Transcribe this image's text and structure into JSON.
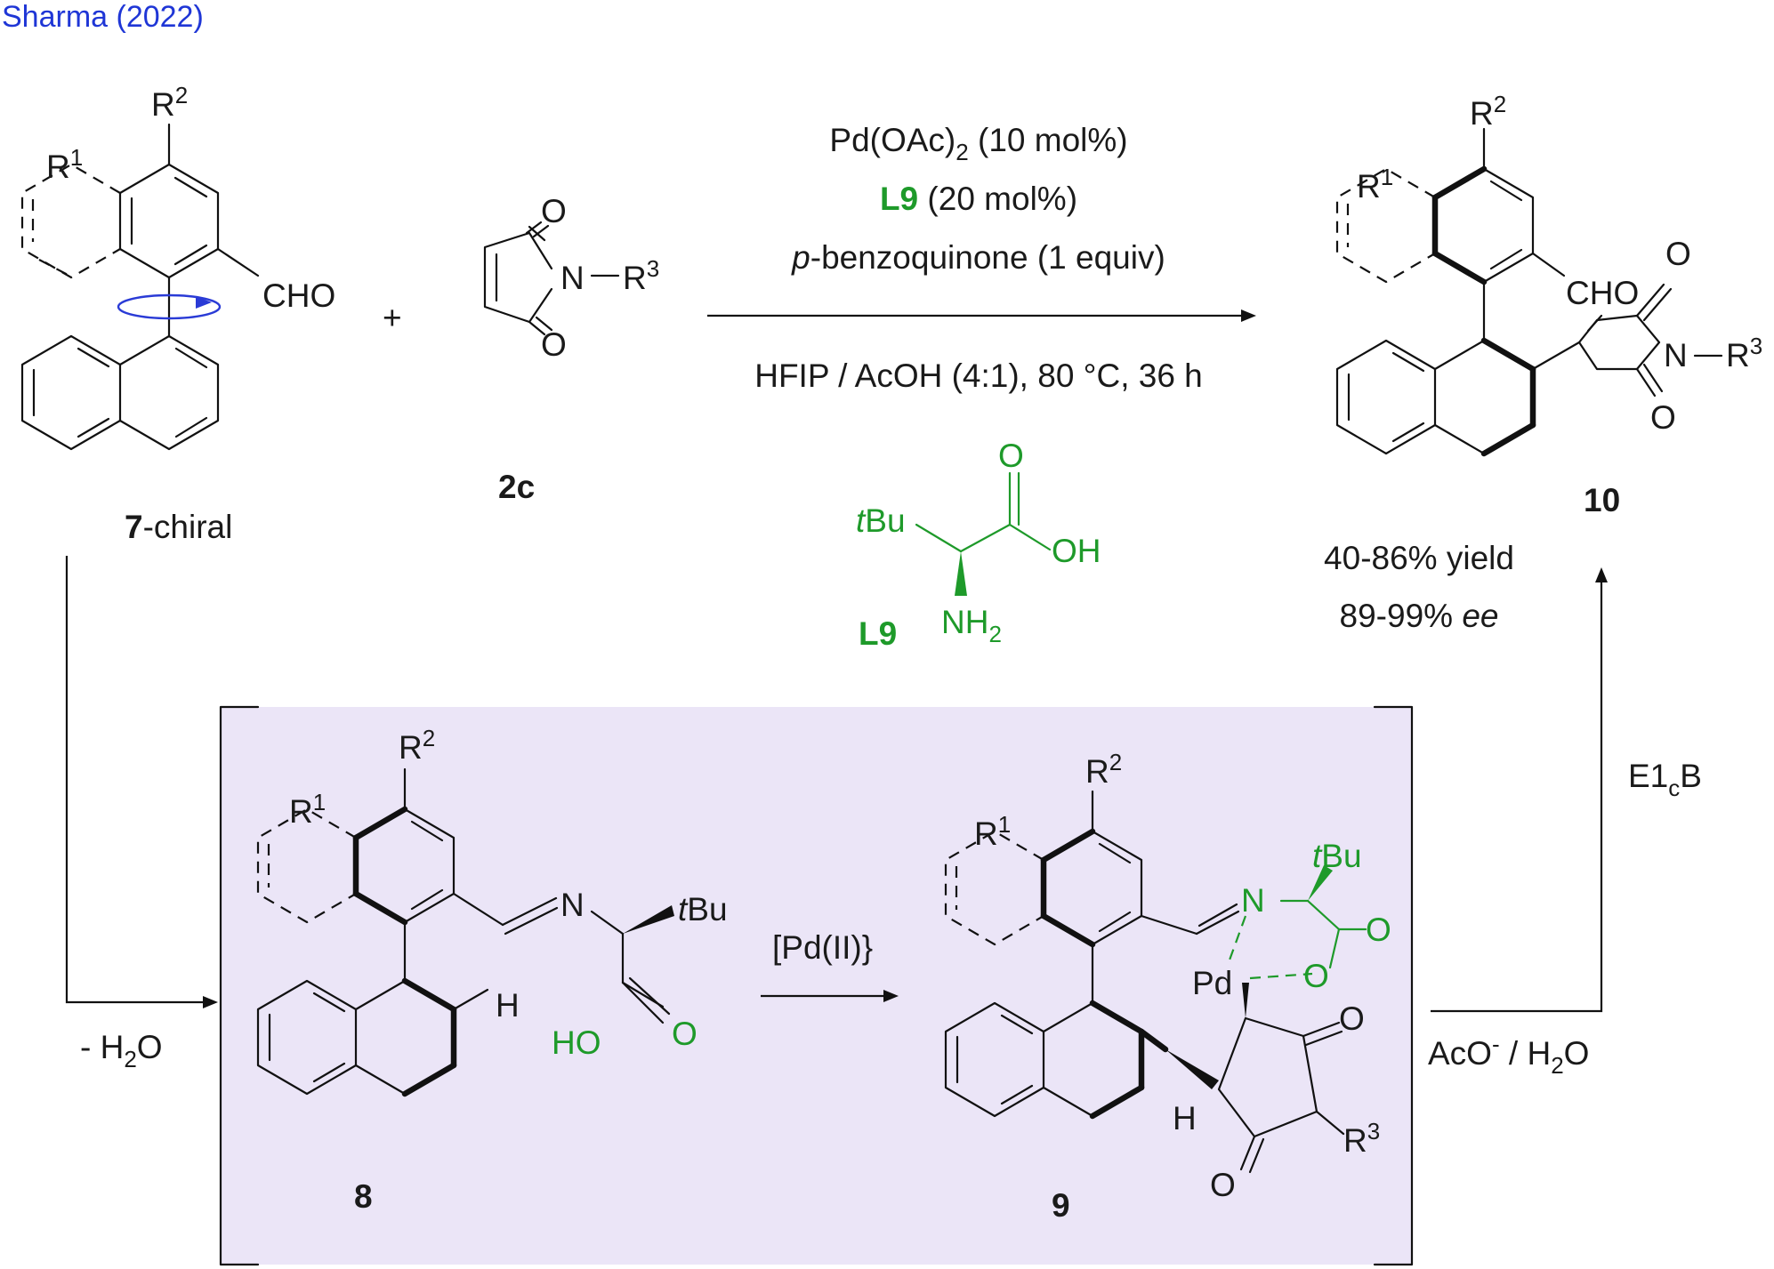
{
  "header": {
    "citation": "Sharma (2022)"
  },
  "colors": {
    "citation": "#1f36d6",
    "ligand": "#1e9a2a",
    "box": "#ebe5f7",
    "rotation": "#2a3bd6"
  },
  "reactants": {
    "substrate_label_num": "7",
    "substrate_label_txt": "-chiral",
    "substrate_r1": "R",
    "substrate_r1_sup": "1",
    "substrate_r2": "R",
    "substrate_r2_sup": "2",
    "substrate_cho": "CHO",
    "plus": "+",
    "maleimide_label": "2c",
    "maleimide_o_top": "O",
    "maleimide_o_bot": "O",
    "maleimide_n": "N",
    "maleimide_r3": "R",
    "maleimide_r3_sup": "3"
  },
  "conditions": {
    "line1_main": "Pd(OAc)",
    "line1_sub": "2",
    "line1_rest": " (10 mol%)",
    "line2_ligand": "L9",
    "line2_rest": " (20 mol%)",
    "line3_italic": "p",
    "line3_rest": "-benzoquinone (1 equiv)",
    "line4": "HFIP / AcOH (4:1), 80 °C, 36 h"
  },
  "ligand": {
    "label": "L9",
    "tbu_t": "t",
    "tbu_rest": "Bu",
    "o": "O",
    "oh": "OH",
    "nh": "NH",
    "nh_sub": "2"
  },
  "product": {
    "label": "10",
    "yield": "40-86% yield",
    "ee_num": "89-99% ",
    "ee_italic": "ee",
    "r1": "R",
    "r1_sup": "1",
    "r2": "R",
    "r2_sup": "2",
    "r3": "R",
    "r3_sup": "3",
    "cho": "CHO",
    "o_top": "O",
    "o_bot": "O",
    "n": "N"
  },
  "steps": {
    "water_loss_pre": "- H",
    "water_loss_sub": "2",
    "water_loss_post": "O",
    "pd_step": "[Pd(II)}",
    "aco_pre": "AcO",
    "aco_sup": "-",
    "aco_mid": " / H",
    "aco_sub": "2",
    "aco_post": "O",
    "e1cb_pre": "E1",
    "e1cb_sub": "c",
    "e1cb_post": "B"
  },
  "intermediate8": {
    "label": "8",
    "r1": "R",
    "r1_sup": "1",
    "r2": "R",
    "r2_sup": "2",
    "n": "N",
    "tbu_t": "t",
    "tbu_rest": "Bu",
    "h": "H",
    "ho": "HO",
    "o": "O"
  },
  "intermediate9": {
    "label": "9",
    "r1": "R",
    "r1_sup": "1",
    "r2": "R",
    "r2_sup": "2",
    "n": "N",
    "tbu_t": "t",
    "tbu_rest": "Bu",
    "o_carbonyl": "O",
    "o_ring": "O",
    "pd": "Pd",
    "o_ketone1": "O",
    "o_ketone2": "O",
    "h": "H",
    "r3": "R",
    "r3_sup": "3"
  }
}
